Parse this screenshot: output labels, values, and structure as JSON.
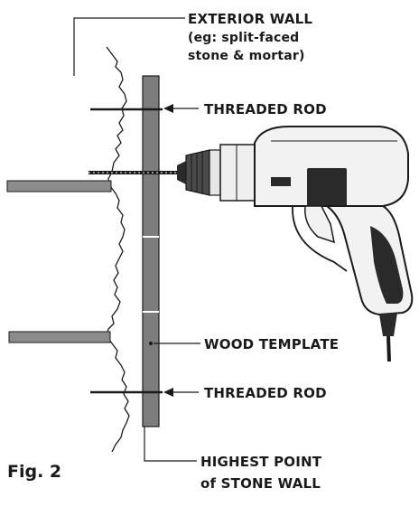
{
  "labels": {
    "exterior_wall_line1": "EXTERIOR WALL",
    "exterior_wall_line2": "(eg: split-faced",
    "exterior_wall_line3": "stone & mortar)",
    "threaded_rod_top": "THREADED ROD",
    "wood_template": "WOOD TEMPLATE",
    "threaded_rod_bottom": "THREADED ROD",
    "highest_point_line1": "HIGHEST POINT",
    "highest_point_line2": "of STONE WALL"
  },
  "figure_caption": "Fig. 2",
  "colors": {
    "ink": "#1a1a1a",
    "template_fill": "#7d7d7d",
    "shelf_fill": "#8c8c8c",
    "drill_body": "#f2f2f2",
    "drill_dark": "#2a2a2a",
    "chuck": "#4a4a4a"
  }
}
